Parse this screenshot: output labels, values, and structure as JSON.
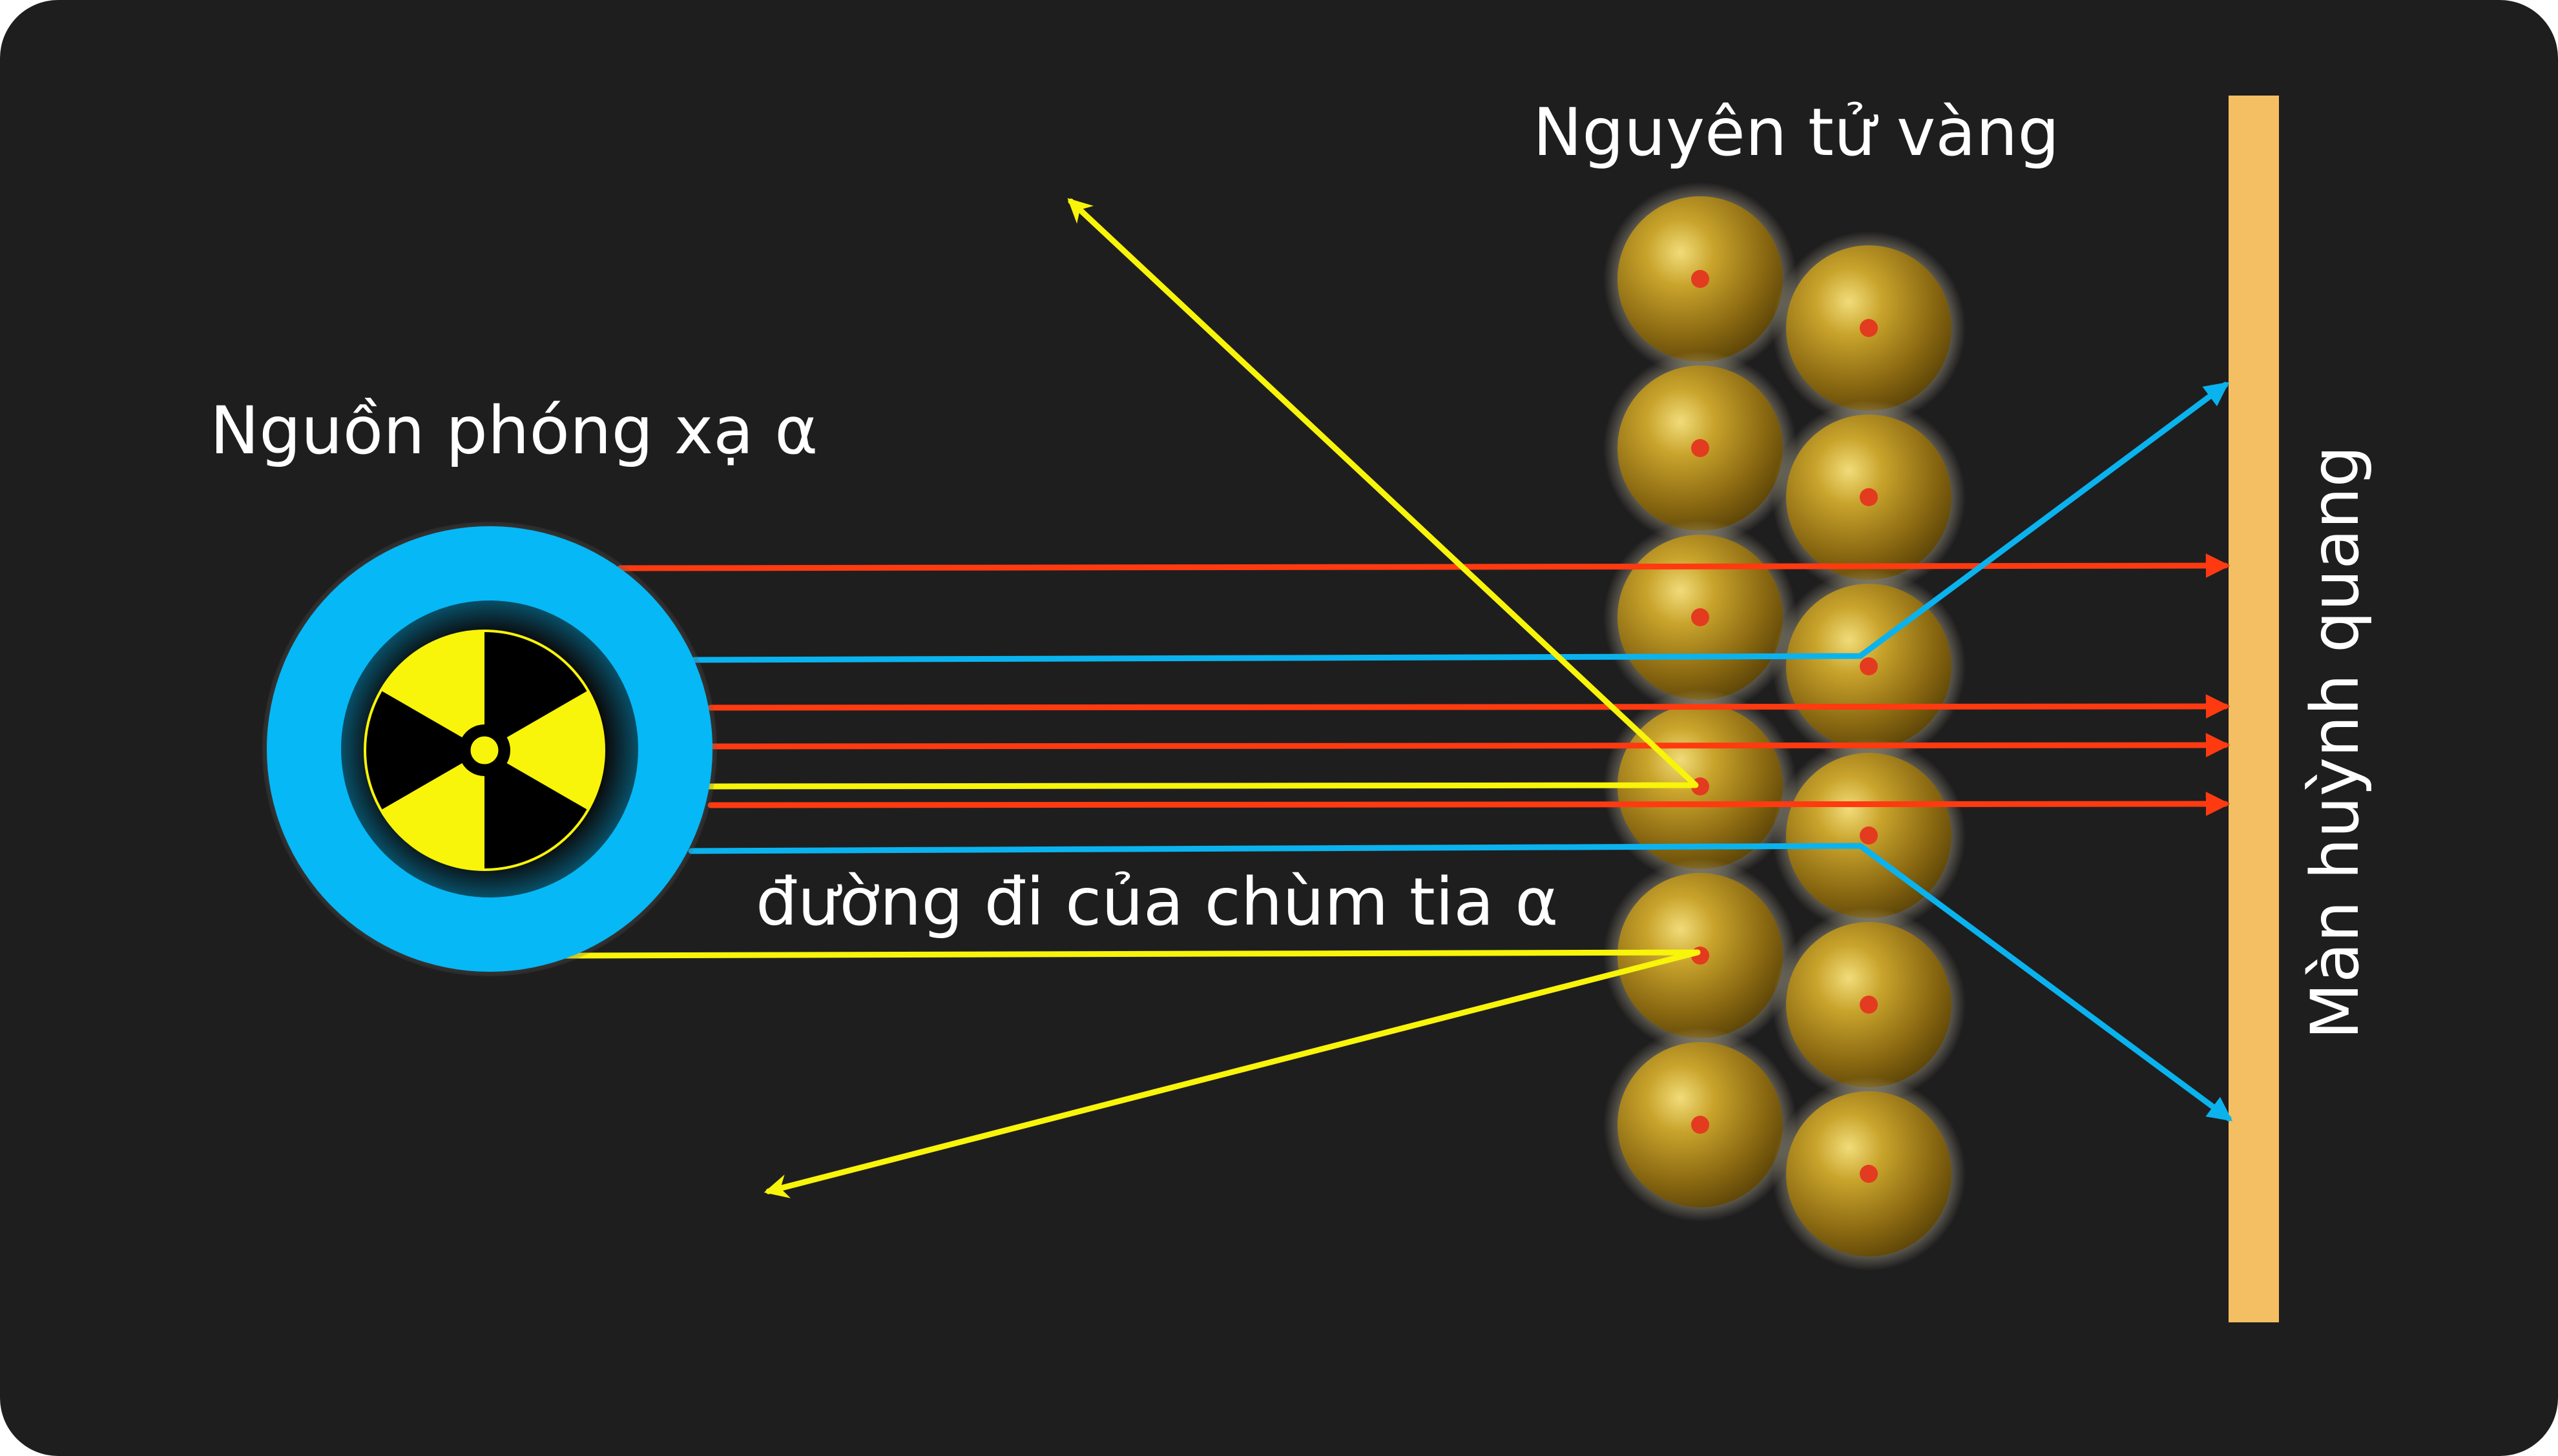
{
  "labels": {
    "source": "Nguồn phóng xạ α",
    "atoms": "Nguyên tử vàng",
    "screen": "Màn huỳnh quang",
    "beam": "đường đi của chùm tia α"
  },
  "colors": {
    "background": "#1f1e1f",
    "panel_outer": "#ffffff",
    "source_ring": "#06b8f5",
    "source_halo": "#7c7c7c",
    "radiation_symbol": "#f8f40a",
    "gold_atom": "#b8921f",
    "nucleus": "#e33b1f",
    "screen": "#f4bf63",
    "ray_pass": "#ff3a10",
    "ray_deflect": "#0ab3ee",
    "ray_backscatter": "#f8f40a"
  },
  "icons": {
    "source": "radiation-trefoil-icon",
    "atom": "gold-atom-sphere",
    "arrowhead": "arrowhead-icon"
  },
  "rays": {
    "passing_straight": 4,
    "deflected_small_angle": 2,
    "scattered_back": 2
  }
}
